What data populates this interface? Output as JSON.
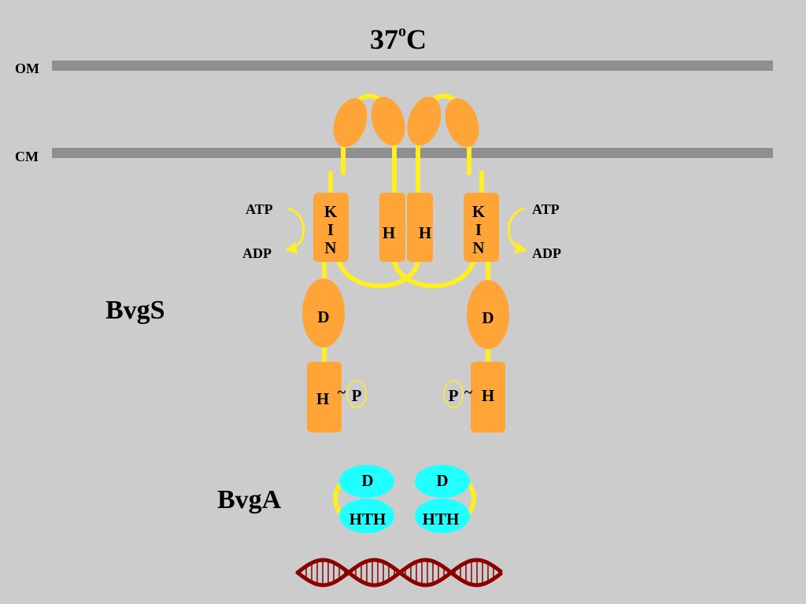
{
  "title": {
    "main": "37",
    "superscript": "o",
    "suffix": "C"
  },
  "membranes": {
    "outer": "OM",
    "cytoplasmic": "CM"
  },
  "proteins": {
    "sensor": "BvgS",
    "regulator": "BvgA"
  },
  "domains": {
    "kinase": [
      "K",
      "I",
      "N"
    ],
    "histidine": "H",
    "receiver": "D",
    "phosphate": "P",
    "tilde": "~",
    "hth": "HTH"
  },
  "reaction": {
    "substrate": "ATP",
    "product": "ADP"
  },
  "colors": {
    "background": "#cccccc",
    "membrane": "#8f8f8f",
    "domain": "#ffa537",
    "linker": "#ffee22",
    "bvga": "#22ffff",
    "dna": "#8b0000"
  },
  "icons": {
    "dna": "dna-helix-icon",
    "arrow": "curved-arrow-icon"
  }
}
